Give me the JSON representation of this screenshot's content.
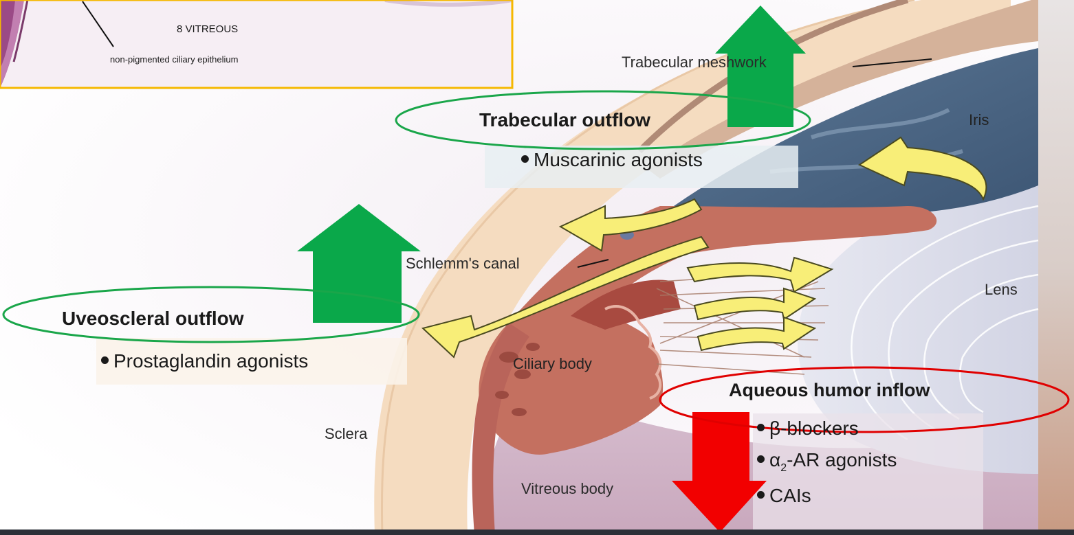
{
  "inset": {
    "vitreous_label": "8  VITREOUS",
    "epithelium_label": "non-pigmented ciliary epithelium"
  },
  "anatomy": {
    "trabecular_meshwork": "Trabecular meshwork",
    "iris": "Iris",
    "schlemms_canal": "Schlemm's canal",
    "lens": "Lens",
    "ciliary_body": "Ciliary body",
    "sclera": "Sclera",
    "vitreous_body": "Vitreous body"
  },
  "trabecular": {
    "title": "Trabecular outflow",
    "drugs": [
      "Muscarinic agonists"
    ]
  },
  "uveoscleral": {
    "title": "Uveoscleral outflow",
    "drugs": [
      "Prostaglandin agonists"
    ]
  },
  "aqueous": {
    "title": "Aqueous humor inflow",
    "drug_beta": "β-blockers",
    "drug_alpha_symbol": "α",
    "drug_alpha_subscript": "2",
    "drug_alpha_rest": "-AR agonists",
    "drug_cai": "CAIs"
  },
  "colors": {
    "increase_arrow": "#0aa84a",
    "decrease_arrow": "#f20000",
    "outflow_ellipse": "#1aa64a",
    "inflow_ellipse": "#e00000",
    "inset_border": "#f5b800"
  }
}
